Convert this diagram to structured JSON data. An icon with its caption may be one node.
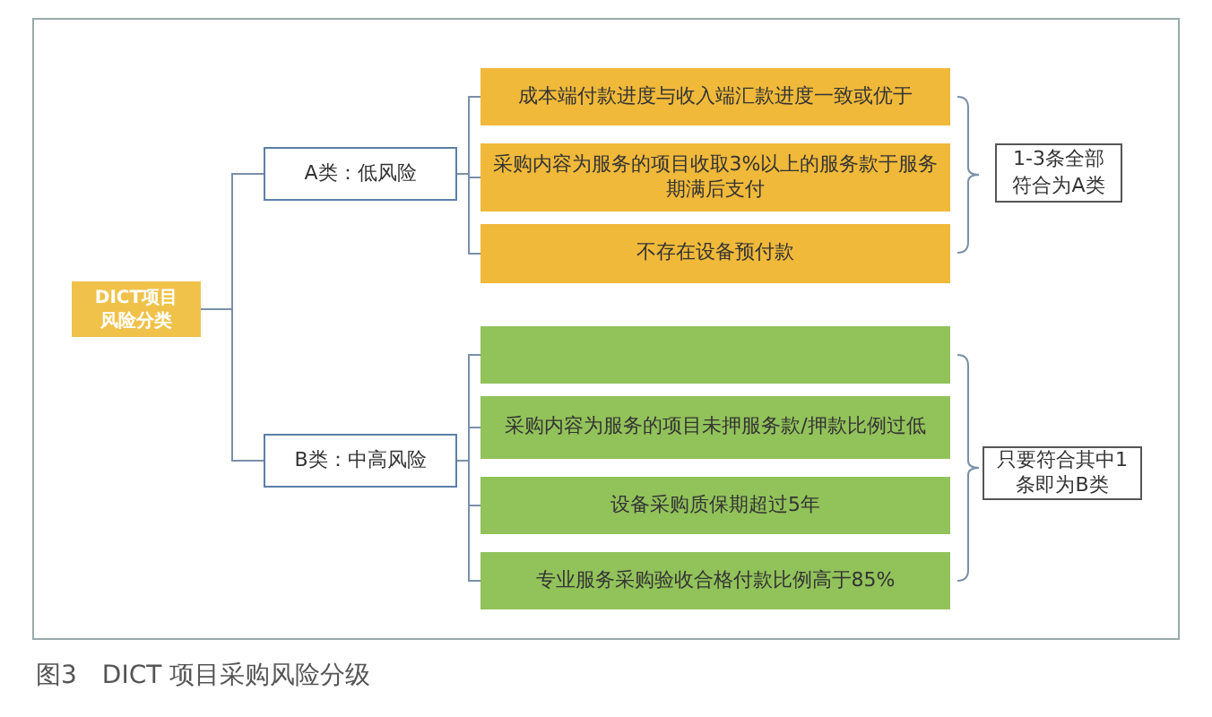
{
  "diagram": {
    "caption": "图3　DICT 项目采购风险分级",
    "nodes": [
      {
        "text": [
          "DICT项目风险分类"
        ]
      },
      {
        "text": [
          "A类：低风险"
        ]
      },
      {
        "text": [
          "成本端付款进度与收入端汇款进度一致或优于"
        ]
      },
      {
        "text": [
          "采购内容为服务的项目收取3%以上的服务款于服务期满后支付"
        ]
      },
      {
        "text": [
          "不存在设备预付款"
        ]
      },
      {
        "text": [
          "1-3条全部符合为A类"
        ]
      },
      {
        "text": [
          "B类：中高风险"
        ]
      },
      {
        "text": [],
        "shape": "box"
      },
      {
        "text": [
          "采购内容为服务的项目未押服务款/押款比例过低"
        ]
      },
      {
        "text": [
          "设备采购质保期超过5年"
        ]
      },
      {
        "text": [
          "专业服务采购验收合格付款比例高于85%"
        ]
      },
      {
        "text": [
          "只要符合其中1条即为B类"
        ]
      }
    ],
    "edges": [
      {
        "from": 0,
        "to": 1,
        "arrow": "none"
      },
      {
        "from": 0,
        "to": 6,
        "arrow": "none"
      },
      {
        "from": 1,
        "to": 2,
        "arrow": "none"
      },
      {
        "from": 1,
        "to": 3,
        "arrow": "none"
      },
      {
        "from": 1,
        "to": 4,
        "arrow": "none"
      },
      {
        "from": 6,
        "to": 7,
        "arrow": "none"
      },
      {
        "from": 6,
        "to": 8,
        "arrow": "none"
      },
      {
        "from": 6,
        "to": 9,
        "arrow": "none"
      },
      {
        "from": 6,
        "to": 10,
        "arrow": "none"
      }
    ]
  }
}
